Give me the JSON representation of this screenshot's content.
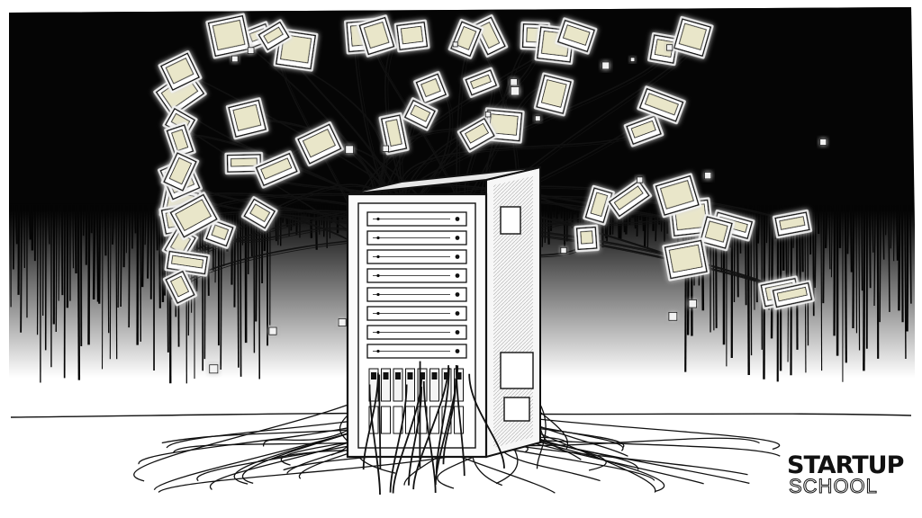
{
  "logo": {
    "line1": "STARTUP",
    "line2": "SCHOOL"
  },
  "colors": {
    "background_dark": "#050505",
    "paper": "#ffffff",
    "ink": "#111111",
    "glow": "#f4f4f4",
    "screen_tint": "#e9e6c9"
  },
  "scene": {
    "subject": "server-rack",
    "drive_bays": 8
  }
}
